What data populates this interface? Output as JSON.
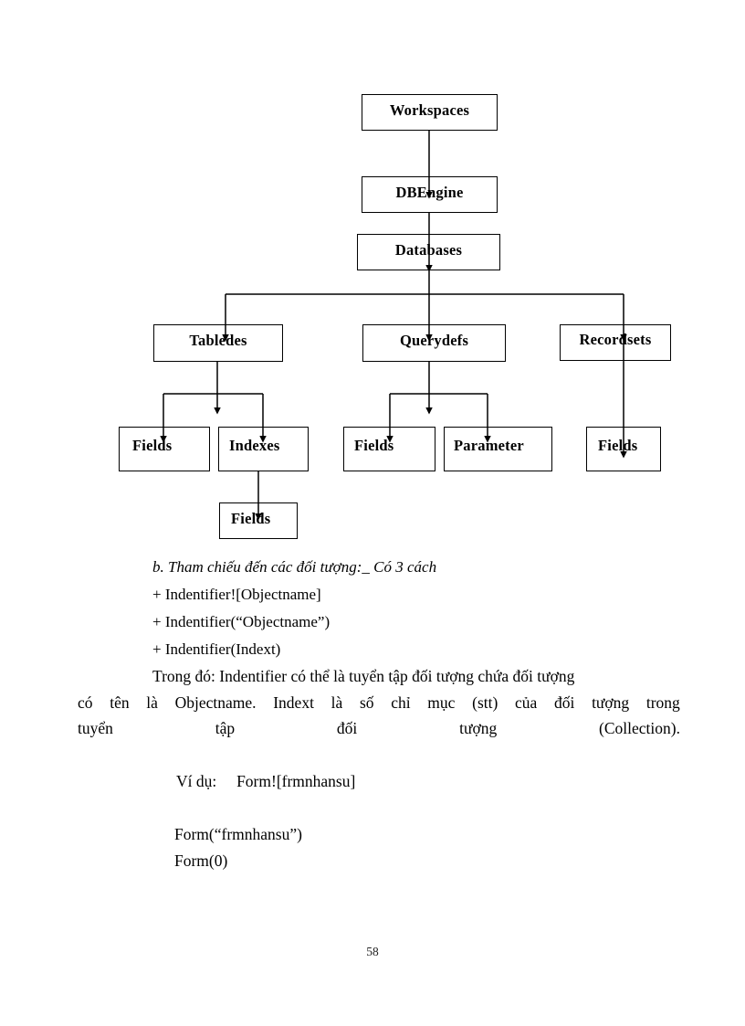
{
  "document": {
    "page_number": "58"
  },
  "diagram": {
    "nodes": [
      {
        "id": "workspaces",
        "label": "Workspaces"
      },
      {
        "id": "dbengine",
        "label": "DBEngine"
      },
      {
        "id": "databases",
        "label": "Databases"
      },
      {
        "id": "tabledes",
        "label": "Tabledes"
      },
      {
        "id": "querydefs",
        "label": "Querydefs"
      },
      {
        "id": "recordsets",
        "label": "Recordsets"
      },
      {
        "id": "fields_tab",
        "label": "Fields"
      },
      {
        "id": "indexes",
        "label": "Indexes"
      },
      {
        "id": "fields_qry",
        "label": "Fields"
      },
      {
        "id": "parameter",
        "label": "Parameter"
      },
      {
        "id": "fields_rec",
        "label": "Fields"
      },
      {
        "id": "fields_idx",
        "label": "Fields"
      }
    ]
  },
  "content": {
    "heading_b": "b. Tham chiếu đến các đối tượng:_ Có 3 cách",
    "bullets": [
      "+ Indentifier![Objectname]",
      "+ Indentifier(“Objectname”)",
      "+ Indentifier(Indext)"
    ],
    "paragraph": {
      "line1": "Trong đó: Indentifier có thể là tuyển tập đối tượng chứa đối tượng",
      "line2_words": [
        "có",
        "tên",
        "là",
        "Objectname.",
        "Indext",
        "là",
        "số",
        "chỉ",
        "mục",
        "(stt)",
        "của",
        "đối",
        "tượng",
        "trong"
      ],
      "line3_words": [
        "tuyển",
        "tập",
        "đối",
        "tượng",
        "(Collection)."
      ]
    },
    "examples": {
      "label": "Ví dụ:",
      "first": "Form![frmnhansu]",
      "rest": [
        "Form(“frmnhansu”)",
        "Form(0)"
      ]
    }
  }
}
